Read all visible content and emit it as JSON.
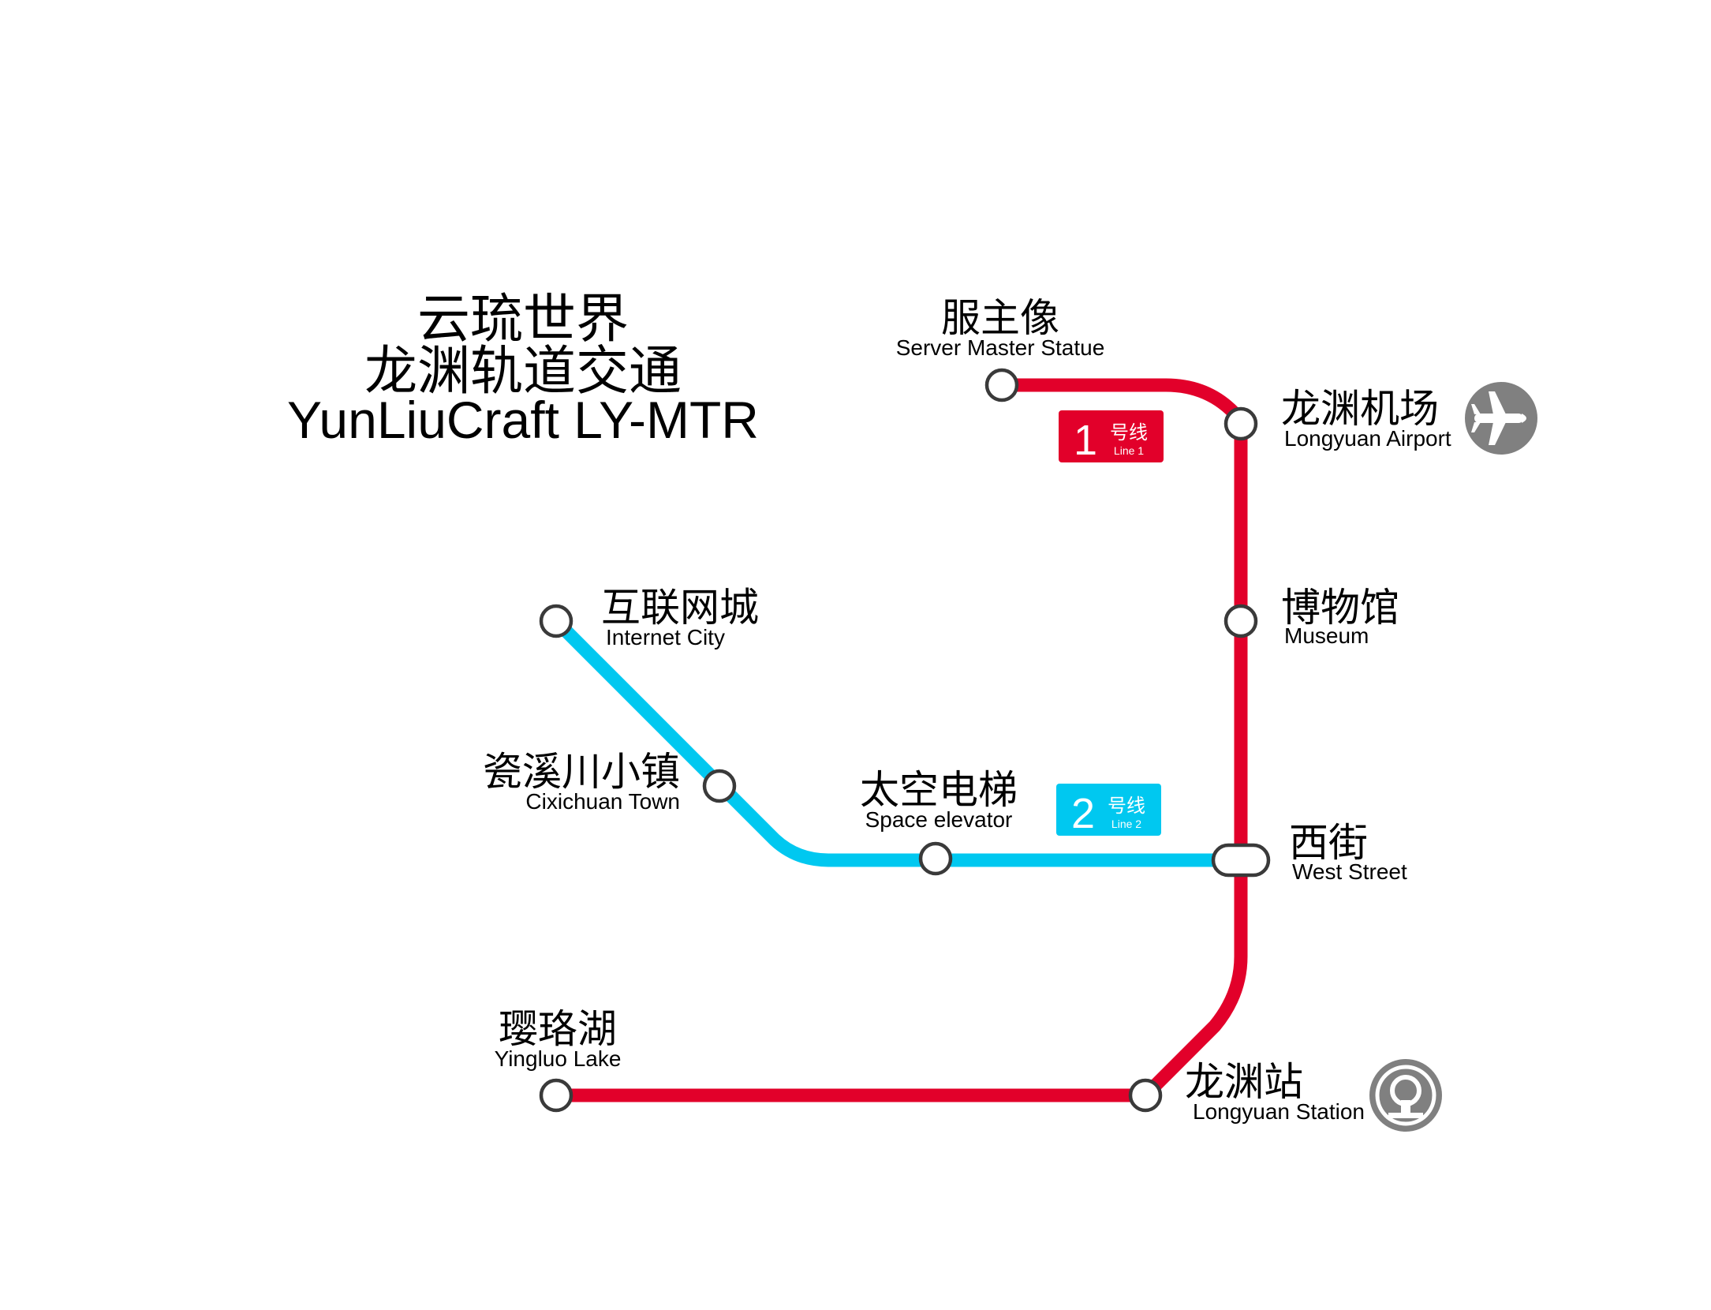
{
  "title": {
    "line1": "云琉世界",
    "line2": "龙渊轨道交通",
    "line3": "YunLiuCraft LY-MTR"
  },
  "colors": {
    "line1": "#e2002a",
    "line2": "#00c8f0",
    "station_stroke": "#3a3a3a",
    "icon_gray": "#808080"
  },
  "lines": {
    "line1": {
      "number": "1",
      "zh": "号线",
      "en": "Line 1"
    },
    "line2": {
      "number": "2",
      "zh": "号线",
      "en": "Line 2"
    }
  },
  "stations": {
    "server_master_statue": {
      "zh": "服主像",
      "en": "Server Master Statue"
    },
    "longyuan_airport": {
      "zh": "龙渊机场",
      "en": "Longyuan Airport"
    },
    "museum": {
      "zh": "博物馆",
      "en": "Museum"
    },
    "west_street": {
      "zh": "西街",
      "en": "West Street"
    },
    "longyuan_station": {
      "zh": "龙渊站",
      "en": "Longyuan Station"
    },
    "yingluo_lake": {
      "zh": "璎珞湖",
      "en": "Yingluo Lake"
    },
    "internet_city": {
      "zh": "互联网城",
      "en": "Internet City"
    },
    "cixichuan_town": {
      "zh": "瓷溪川小镇",
      "en": "Cixichuan Town"
    },
    "space_elevator": {
      "zh": "太空电梯",
      "en": "Space elevator"
    }
  },
  "icons": {
    "airport": "airplane-icon",
    "railway": "china-railway-icon"
  }
}
